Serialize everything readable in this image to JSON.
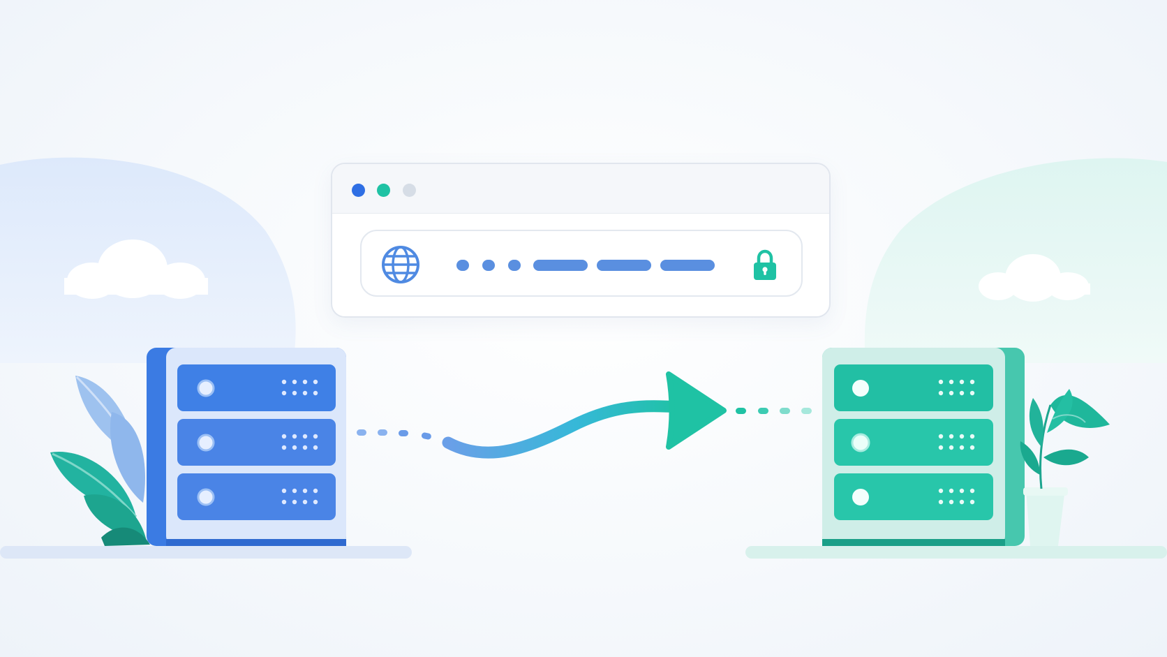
{
  "colors": {
    "brand_blue": "#3b7be3",
    "brand_teal": "#1fc2a4",
    "window_dot_gray": "#d6dde6",
    "server_left": "#4a84e6",
    "server_right": "#28c6aa"
  },
  "browser": {
    "window_dots": [
      "blue",
      "teal",
      "gray"
    ],
    "address_icon": "globe-icon",
    "secure_icon": "lock-icon"
  },
  "source_server": {
    "drive_count": 3
  },
  "target_server": {
    "drive_count": 3
  },
  "transfer_arrow": {
    "direction": "left-to-right"
  }
}
